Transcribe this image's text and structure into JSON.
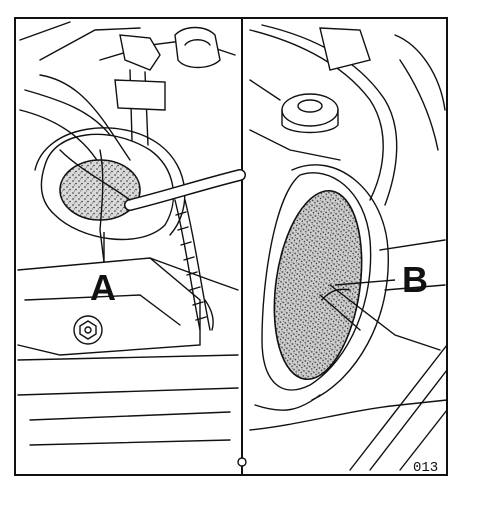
{
  "figure": {
    "callout_a": "A",
    "callout_b": "B",
    "figure_number": "013"
  }
}
